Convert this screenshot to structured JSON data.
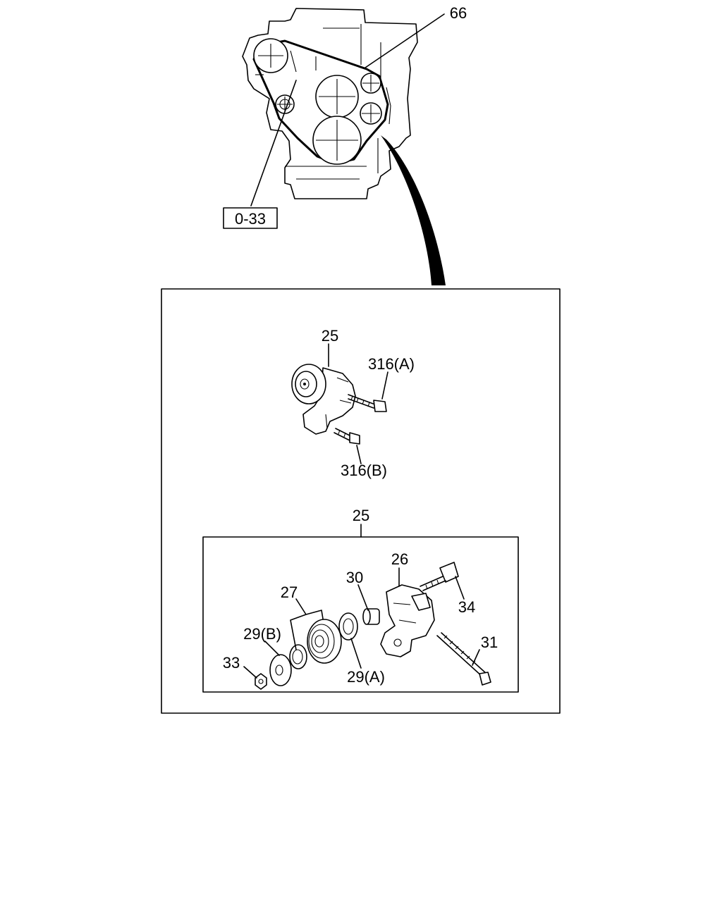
{
  "callouts": {
    "belt": "66",
    "ref_box": "0-33",
    "tensioner_assy": "25",
    "bolt_a": "316(A)",
    "bolt_b": "316(B)",
    "detail_title": "25",
    "bracket": "26",
    "pulley": "27",
    "bushing": "30",
    "bolt_34": "34",
    "long_bolt": "31",
    "washer_b": "29(B)",
    "washer_a": "29(A)",
    "nut": "33"
  }
}
